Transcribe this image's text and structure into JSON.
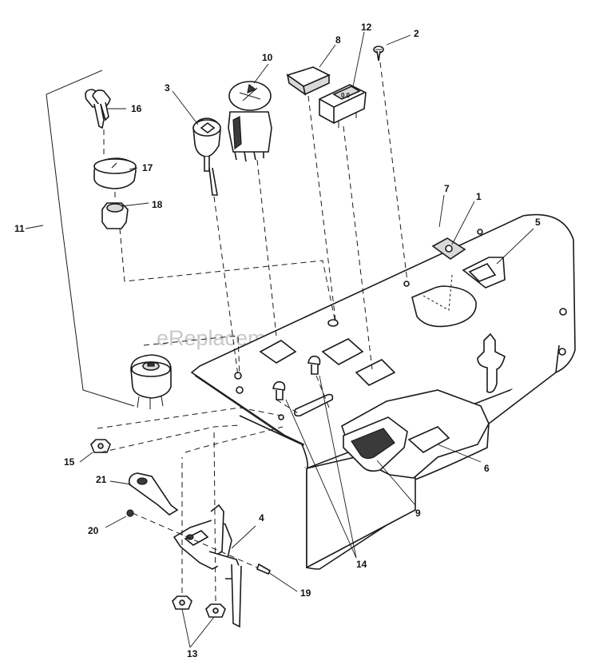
{
  "watermark": "eReplacementParts.com",
  "callouts": {
    "c1": "1",
    "c2": "2",
    "c3": "3",
    "c4": "4",
    "c5": "5",
    "c6": "6",
    "c7": "7",
    "c8": "8",
    "c9": "9",
    "c10": "10",
    "c11": "11",
    "c12": "12",
    "c13": "13",
    "c14": "14",
    "c15": "15",
    "c16": "16",
    "c17": "17",
    "c18": "18",
    "c19": "19",
    "c20": "20",
    "c21": "21"
  },
  "hour_meter_display": "0.0"
}
